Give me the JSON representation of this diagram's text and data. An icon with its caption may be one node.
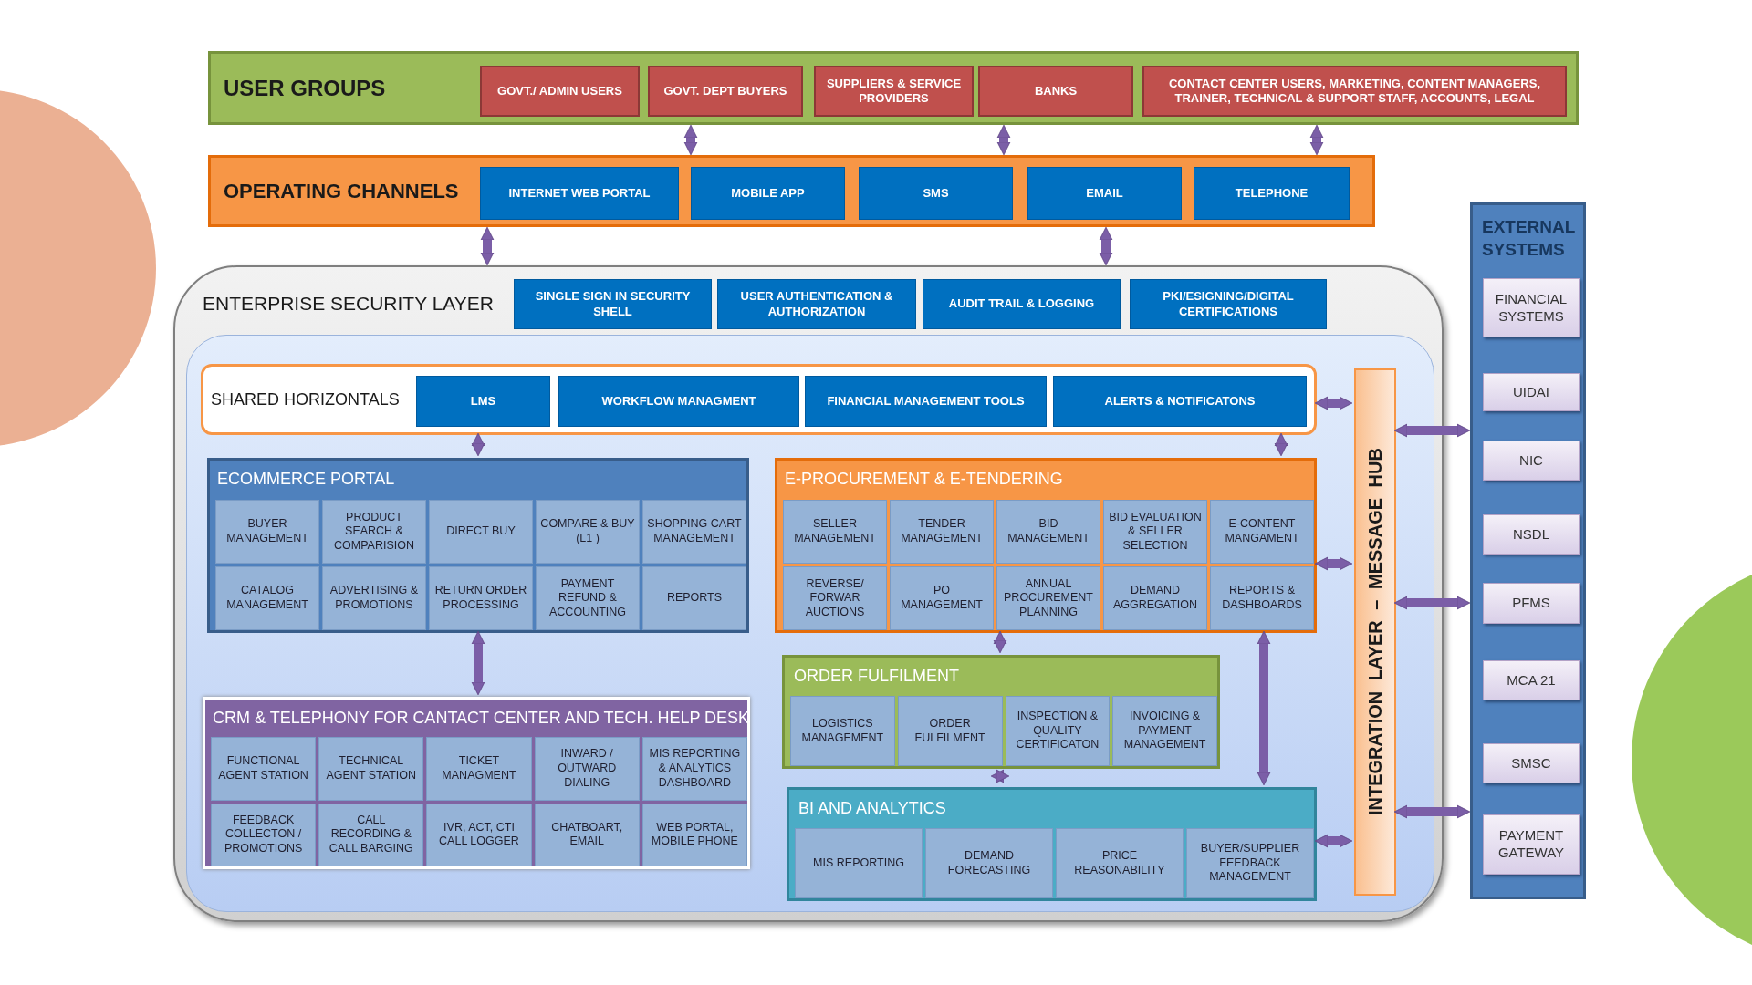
{
  "diagram": {
    "nodes": [
      {
        "text": [
          "USER GROUPS"
        ]
      },
      {
        "text": [
          "GOVT./ ADMIN USERS"
        ],
        "in": 0
      },
      {
        "text": [
          "GOVT. DEPT BUYERS"
        ],
        "in": 0
      },
      {
        "text": [
          "SUPPLIERS & SERVICE PROVIDERS"
        ],
        "in": 0
      },
      {
        "text": [
          "BANKS"
        ],
        "in": 0
      },
      {
        "text": [
          "CONTACT CENTER USERS, MARKETING, CONTENT MANAGERS, TRAINER, TECHNICAL & SUPPORT STAFF, ACCOUNTS, LEGAL"
        ],
        "in": 0
      },
      {
        "text": [
          "OPERATING CHANNELS"
        ]
      },
      {
        "text": [
          "INTERNET WEB PORTAL"
        ],
        "in": 6
      },
      {
        "text": [
          "MOBILE APP"
        ],
        "in": 6
      },
      {
        "text": [
          "SMS"
        ],
        "in": 6
      },
      {
        "text": [
          "EMAIL"
        ],
        "in": 6
      },
      {
        "text": [
          "TELEPHONE"
        ],
        "in": 6
      },
      {
        "text": [
          "ENTERPRISE SECURITY LAYER"
        ]
      },
      {
        "text": [
          "SINGLE SIGN IN SECURITY SHELL"
        ],
        "in": 12
      },
      {
        "text": [
          "USER AUTHENTICATION & AUTHORIZATION"
        ],
        "in": 12
      },
      {
        "text": [
          "AUDIT TRAIL & LOGGING"
        ],
        "in": 12
      },
      {
        "text": [
          "PKI/ESIGNING/DIGITAL CERTIFICATIONS"
        ],
        "in": 12
      },
      {
        "text": [
          "SHARED HORIZONTALS"
        ],
        "in": 12
      },
      {
        "text": [
          "LMS"
        ],
        "in": 17
      },
      {
        "text": [
          "WORKFLOW MANAGMENT"
        ],
        "in": 17
      },
      {
        "text": [
          "FINANCIAL MANAGEMENT TOOLS"
        ],
        "in": 17
      },
      {
        "text": [
          "ALERTS & NOTIFICATONS"
        ],
        "in": 17
      },
      {
        "text": [
          "ECOMMERCE PORTAL"
        ],
        "in": 12
      },
      {
        "text": [
          "BUYER MANAGEMENT"
        ],
        "in": 22
      },
      {
        "text": [
          "PRODUCT SEARCH & COMPARISION"
        ],
        "in": 22
      },
      {
        "text": [
          "DIRECT BUY"
        ],
        "in": 22
      },
      {
        "text": [
          "COMPARE & BUY (L1 )"
        ],
        "in": 22
      },
      {
        "text": [
          "SHOPPING CART MANAGEMENT"
        ],
        "in": 22
      },
      {
        "text": [
          "CATALOG MANAGEMENT"
        ],
        "in": 22
      },
      {
        "text": [
          "ADVERTISING & PROMOTIONS"
        ],
        "in": 22
      },
      {
        "text": [
          "RETURN ORDER PROCESSING"
        ],
        "in": 22
      },
      {
        "text": [
          "PAYMENT REFUND & ACCOUNTING"
        ],
        "in": 22
      },
      {
        "text": [
          "REPORTS"
        ],
        "in": 22
      },
      {
        "text": [
          "E-PROCUREMENT & E-TENDERING"
        ],
        "in": 12
      },
      {
        "text": [
          "SELLER MANAGEMENT"
        ],
        "in": 33
      },
      {
        "text": [
          "TENDER MANAGEMENT"
        ],
        "in": 33
      },
      {
        "text": [
          "BID MANAGEMENT"
        ],
        "in": 33
      },
      {
        "text": [
          "BID EVALUATION & SELLER SELECTION"
        ],
        "in": 33
      },
      {
        "text": [
          "E-CONTENT MANGAMENT"
        ],
        "in": 33
      },
      {
        "text": [
          "REVERSE/ FORWAR AUCTIONS"
        ],
        "in": 33
      },
      {
        "text": [
          "PO MANAGEMENT"
        ],
        "in": 33
      },
      {
        "text": [
          "ANNUAL PROCUREMENT PLANNING"
        ],
        "in": 33
      },
      {
        "text": [
          "DEMAND AGGREGATION"
        ],
        "in": 33
      },
      {
        "text": [
          "REPORTS & DASHBOARDS"
        ],
        "in": 33
      },
      {
        "text": [
          "CRM & TELEPHONY FOR CANTACT CENTER AND TECH. HELP DESK"
        ],
        "in": 12
      },
      {
        "text": [
          "FUNCTIONAL AGENT STATION"
        ],
        "in": 44
      },
      {
        "text": [
          "TECHNICAL AGENT STATION"
        ],
        "in": 44
      },
      {
        "text": [
          "TICKET MANAGMENT"
        ],
        "in": 44
      },
      {
        "text": [
          "INWARD / OUTWARD DIALING"
        ],
        "in": 44
      },
      {
        "text": [
          "MIS REPORTING & ANALYTICS DASHBOARD"
        ],
        "in": 44
      },
      {
        "text": [
          "FEEDBACK COLLECTON / PROMOTIONS"
        ],
        "in": 44
      },
      {
        "text": [
          "CALL RECORDING & CALL BARGING"
        ],
        "in": 44
      },
      {
        "text": [
          "IVR, ACT, CTI CALL LOGGER"
        ],
        "in": 44
      },
      {
        "text": [
          "CHATBOART, EMAIL"
        ],
        "in": 44
      },
      {
        "text": [
          "WEB PORTAL, MOBILE PHONE"
        ],
        "in": 44
      },
      {
        "text": [
          "ORDER FULFILMENT"
        ],
        "in": 12
      },
      {
        "text": [
          "LOGISTICS MANAGEMENT"
        ],
        "in": 55
      },
      {
        "text": [
          "ORDER FULFILMENT"
        ],
        "in": 55
      },
      {
        "text": [
          "INSPECTION & QUALITY CERTIFICATON"
        ],
        "in": 55
      },
      {
        "text": [
          "INVOICING & PAYMENT MANAGEMENT"
        ],
        "in": 55
      },
      {
        "text": [
          "BI AND ANALYTICS"
        ],
        "in": 12
      },
      {
        "text": [
          "MIS REPORTING"
        ],
        "in": 60
      },
      {
        "text": [
          "DEMAND FORECASTING"
        ],
        "in": 60
      },
      {
        "text": [
          "PRICE REASONABILITY"
        ],
        "in": 60
      },
      {
        "text": [
          "BUYER/SUPPLIER FEEDBACK MANAGEMENT"
        ],
        "in": 60
      },
      {
        "text": [
          "INTEGRATION LAYER – MESSAGE HUB"
        ],
        "in": 12
      },
      {
        "text": [
          "EXTERNAL SYSTEMS"
        ]
      },
      {
        "text": [
          "FINANCIAL SYSTEMS"
        ],
        "in": 66
      },
      {
        "text": [
          "UIDAI"
        ],
        "in": 66
      },
      {
        "text": [
          "NIC"
        ],
        "in": 66
      },
      {
        "text": [
          "NSDL"
        ],
        "in": 66
      },
      {
        "text": [
          "PFMS"
        ],
        "in": 66
      },
      {
        "text": [
          "MCA 21"
        ],
        "in": 66
      },
      {
        "text": [
          "SMSC"
        ],
        "in": 66
      },
      {
        "text": [
          "PAYMENT GATEWAY"
        ],
        "in": 66
      }
    ],
    "edges": [
      {
        "from": 0,
        "to": 6,
        "arrow": "both"
      },
      {
        "from": 0,
        "to": 6,
        "arrow": "both"
      },
      {
        "from": 0,
        "to": 6,
        "arrow": "both"
      },
      {
        "from": 6,
        "to": 12,
        "arrow": "both"
      },
      {
        "from": 6,
        "to": 12,
        "arrow": "both"
      },
      {
        "from": 17,
        "to": 22,
        "arrow": "both"
      },
      {
        "from": 17,
        "to": 33,
        "arrow": "both"
      },
      {
        "from": 22,
        "to": 44,
        "arrow": "both"
      },
      {
        "from": 33,
        "to": 55,
        "arrow": "both"
      },
      {
        "from": 55,
        "to": 60,
        "arrow": "both"
      },
      {
        "from": 33,
        "to": 60,
        "arrow": "both"
      },
      {
        "from": 17,
        "to": 65,
        "arrow": "both"
      },
      {
        "from": 33,
        "to": 65,
        "arrow": "both"
      },
      {
        "from": 60,
        "to": 65,
        "arrow": "both"
      },
      {
        "from": 65,
        "to": 66,
        "arrow": "both"
      },
      {
        "from": 65,
        "to": 66,
        "arrow": "both"
      },
      {
        "from": 65,
        "to": 66,
        "arrow": "both"
      }
    ]
  }
}
